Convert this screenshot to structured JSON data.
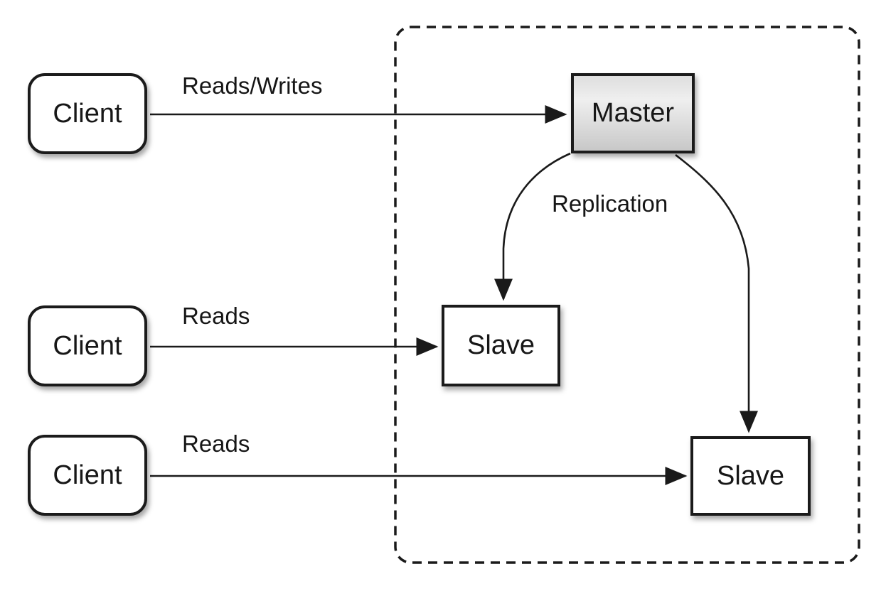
{
  "diagram_type": "master-slave-replication",
  "colors": {
    "background": "#ffffff",
    "stroke": "#1a1a1a",
    "node_fill": "#ffffff",
    "master_gradient_top": "#dedede",
    "master_gradient_mid": "#efefef",
    "master_gradient_bottom": "#c8c8c8"
  },
  "nodes": {
    "client_top": {
      "label": "Client"
    },
    "client_middle": {
      "label": "Client"
    },
    "client_bottom": {
      "label": "Client"
    },
    "master": {
      "label": "Master"
    },
    "slave_left": {
      "label": "Slave"
    },
    "slave_right": {
      "label": "Slave"
    }
  },
  "edges": {
    "reads_writes": {
      "label": "Reads/Writes",
      "from": "client_top",
      "to": "master"
    },
    "reads_middle": {
      "label": "Reads",
      "from": "client_middle",
      "to": "slave_left"
    },
    "reads_bottom": {
      "label": "Reads",
      "from": "client_bottom",
      "to": "slave_right"
    },
    "replication_left": {
      "label": "Replication",
      "from": "master",
      "to": "slave_left"
    },
    "replication_right": {
      "label": "",
      "from": "master",
      "to": "slave_right"
    }
  }
}
